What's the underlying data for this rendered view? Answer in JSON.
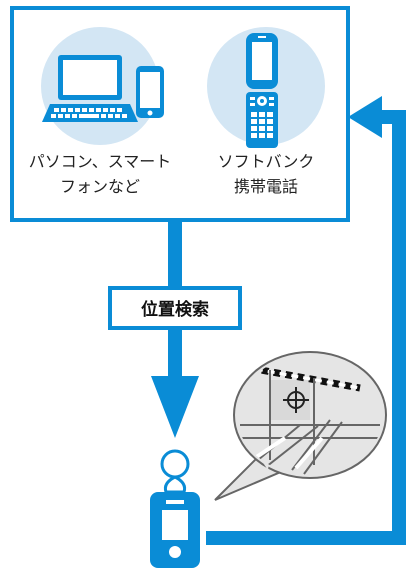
{
  "devices": {
    "pc_smartphone_label_line1": "パソコン、スマート",
    "pc_smartphone_label_line2": "フォンなど",
    "softbank_phone_label_line1": "ソフトバンク",
    "softbank_phone_label_line2": "携帯電話"
  },
  "search": {
    "label": "位置検索"
  },
  "colors": {
    "blue": "#0A8CD6",
    "light_blue_circle": "#D3E6F4",
    "map_gray": "#D9D9D9",
    "map_line": "#666666",
    "bubble_fill": "#E5E5E5",
    "white": "#FFFFFF"
  }
}
